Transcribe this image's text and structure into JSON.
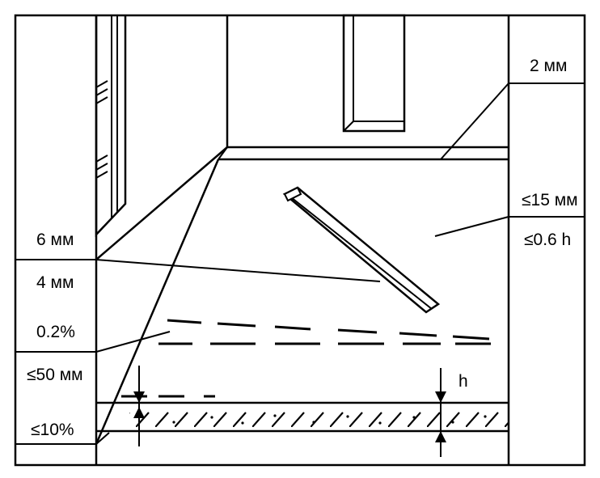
{
  "labels": {
    "gap_2mm": "2 мм",
    "flatness_15mm": "≤15 мм",
    "ratio_06h": "≤0.6 h",
    "gap_6mm": "6 мм",
    "gap_4mm": "4 мм",
    "slope_02": "0.2%",
    "limit_50mm": "≤50 мм",
    "limit_10pct": "≤10%",
    "height_h": "h"
  },
  "colors": {
    "ink": "#000000",
    "paper": "#ffffff"
  }
}
